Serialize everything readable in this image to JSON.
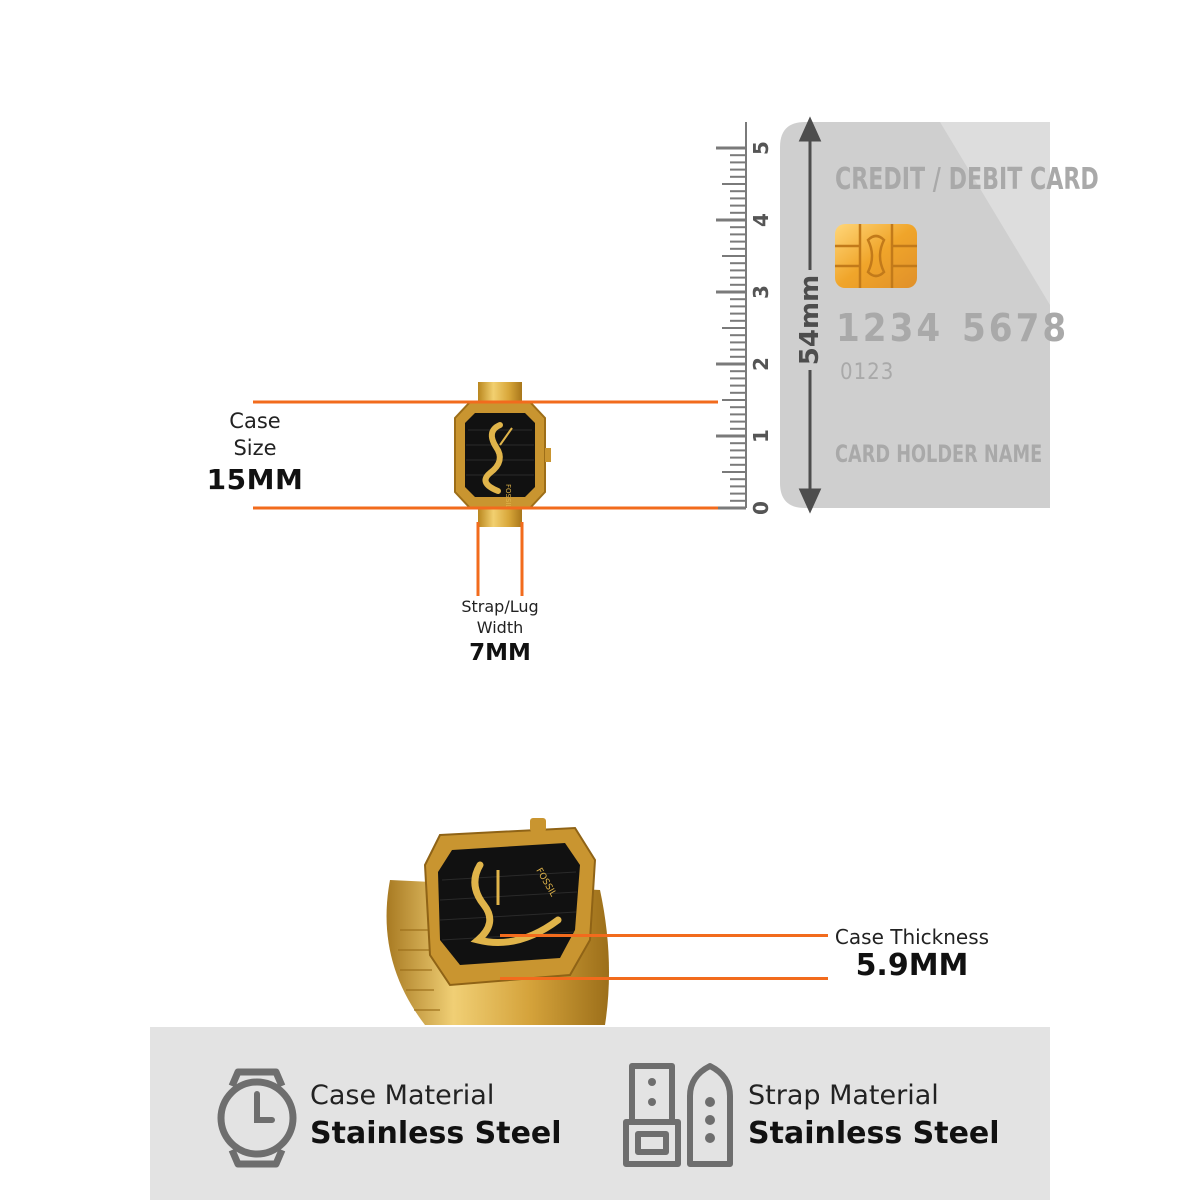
{
  "case_size": {
    "label": "Case Size",
    "value": "15MM"
  },
  "strap_width": {
    "label": "Strap/Lug Width",
    "value": "7MM"
  },
  "case_thickness": {
    "label": "Case Thickness",
    "value": "5.9MM"
  },
  "ruler": {
    "ticks": [
      "0",
      "1",
      "2",
      "3",
      "4",
      "5"
    ],
    "length_label": "54mm"
  },
  "card": {
    "title": "CREDIT / DEBIT CARD",
    "number_1": "1234",
    "number_2": "5678",
    "small_number": "0123",
    "holder": "CARD HOLDER NAME"
  },
  "brand": "FOSSIL",
  "materials": {
    "case": {
      "title": "Case Material",
      "value": "Stainless Steel"
    },
    "strap": {
      "title": "Strap Material",
      "value": "Stainless Steel"
    }
  },
  "colors": {
    "accent": "#F26B1D",
    "gold": "#D9A730",
    "band": "#E3E3E3",
    "icon": "#6e6e6e"
  }
}
